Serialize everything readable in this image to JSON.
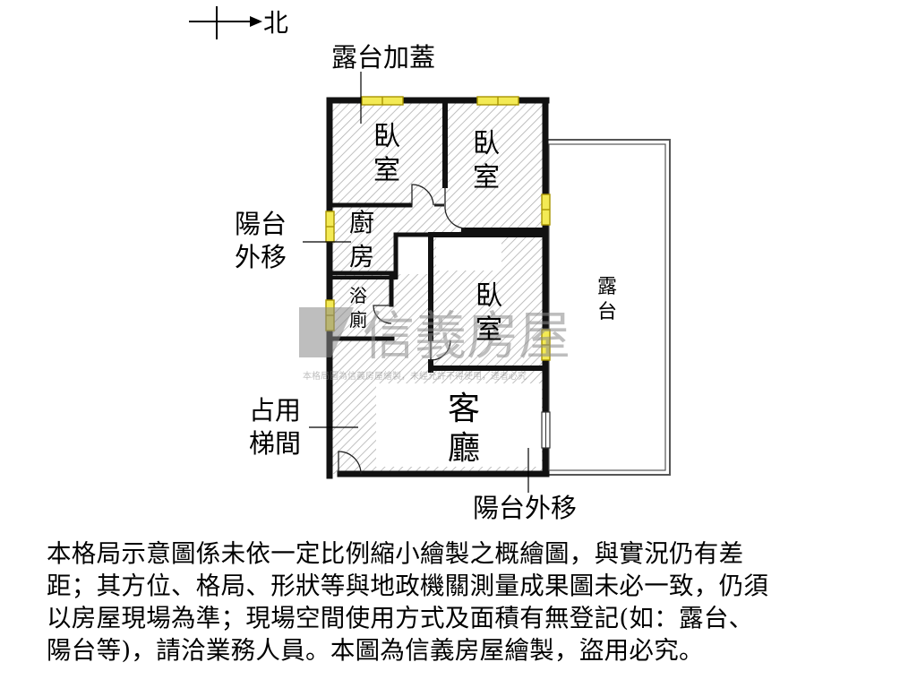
{
  "compass": {
    "north_label": "北"
  },
  "labels": {
    "terrace_addition": "露台加蓋",
    "bedroom_top_left": "臥室",
    "bedroom_top_right": "臥室",
    "bedroom_middle": "臥室",
    "kitchen": "廚房",
    "bathroom": "浴廁",
    "living_room": "客廳",
    "terrace": "露台",
    "balcony_moved_left": "陽台外移",
    "stairwell_occupied": "占用梯間",
    "balcony_moved_bottom": "陽台外移"
  },
  "watermark": {
    "brand": "信義房屋",
    "fine_print": "本格局圖為信義房屋繪製，未經允許不得使用，違者必究"
  },
  "disclaimer": [
    "本格局示意圖係未依一定比例縮小繪製之概繪圖，與實況仍有差",
    "距；其方位、格局、形狀等與地政機關測量成果圖未必一致，仍須",
    "以房屋現場為準；現場空間使用方式及面積有無登記(如：露台、",
    "陽台等)，請洽業務人員。本圖為信義房屋繪製，盜用必究。"
  ],
  "colors": {
    "wall": "#111111",
    "hatch": "#bdbdbd",
    "window_frame": "#c8b400",
    "window_fill": "#f3ea55",
    "terrace_outline": "#555555",
    "watermark": "#9a9a9a"
  }
}
